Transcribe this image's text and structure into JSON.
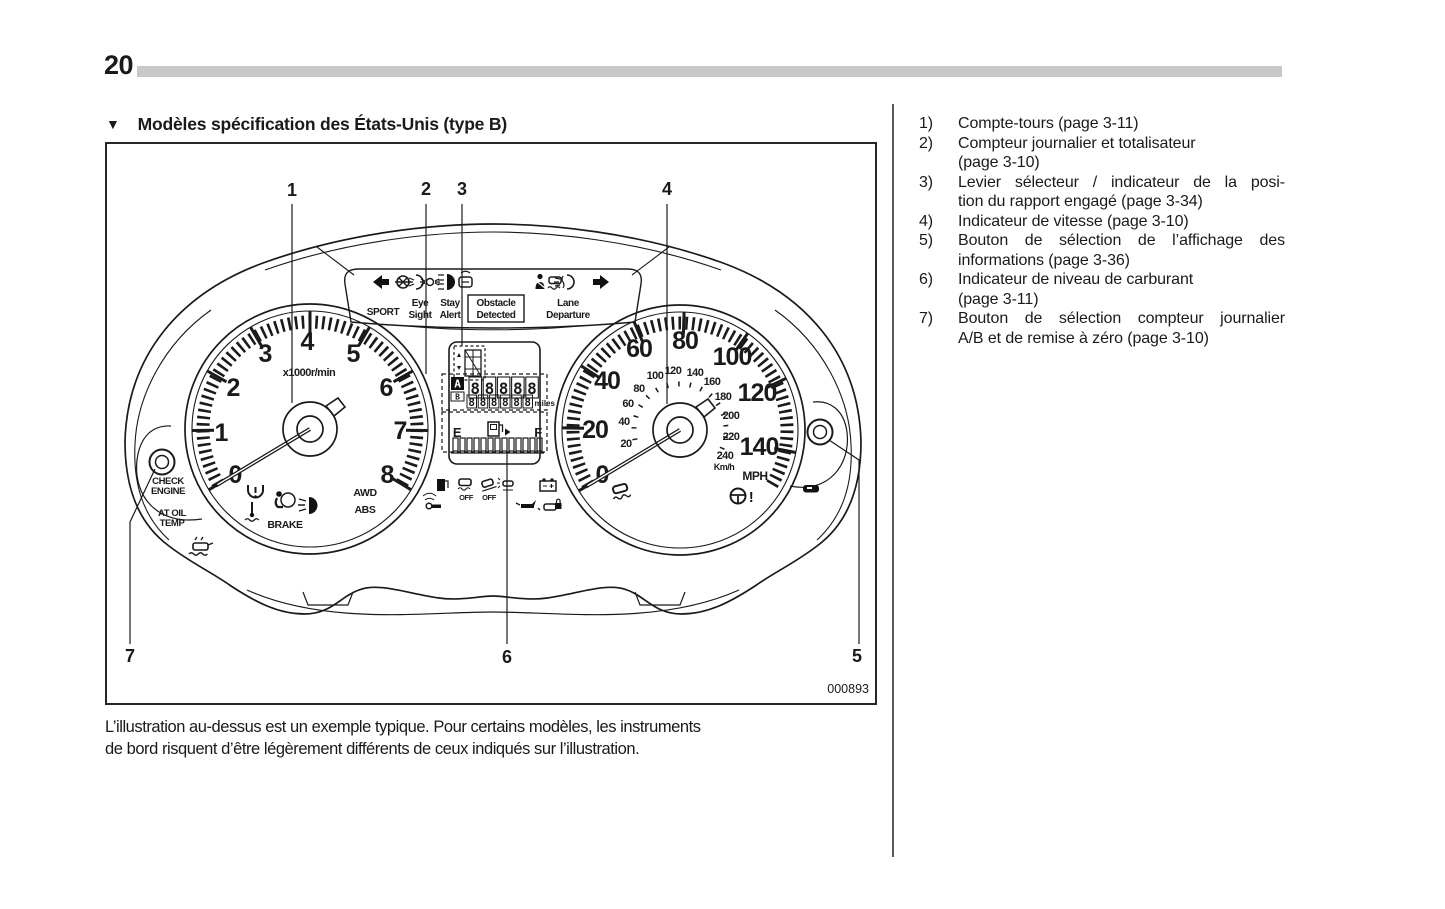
{
  "page": {
    "number": "20"
  },
  "heading": {
    "marker": "▼",
    "text": "Modèles spécification des États-Unis (type B)"
  },
  "figure": {
    "code": "000893",
    "callouts": [
      "1",
      "2",
      "3",
      "4",
      "5",
      "6",
      "7"
    ],
    "strip": {
      "sport": "SPORT",
      "eye1": "Eye",
      "eye2": "Sight",
      "stay1": "Stay",
      "stay2": "Alert",
      "obstacle1": "Obstacle",
      "obstacle2": "Detected",
      "lane1": "Lane",
      "lane2": "Departure"
    },
    "tach": {
      "unit": "x1000r/min",
      "labels": [
        "0",
        "1",
        "2",
        "3",
        "4",
        "5",
        "6",
        "7",
        "8"
      ]
    },
    "speedo": {
      "unit_outer": "MPH",
      "unit_inner": "Km/h",
      "outer": [
        "0",
        "20",
        "40",
        "60",
        "80",
        "100",
        "120",
        "140"
      ],
      "inner": [
        "20",
        "40",
        "60",
        "80",
        "100",
        "120",
        "140",
        "160",
        "180",
        "200",
        "220",
        "240"
      ]
    },
    "display": {
      "dA": "A",
      "dB": "B",
      "d8": "8",
      "miles": "miles",
      "e": "E",
      "f": "F"
    },
    "telltales": {
      "check1": "CHECK",
      "check2": "ENGINE",
      "atoil1": "AT OIL",
      "atoil2": "TEMP",
      "brake": "BRAKE",
      "awd": "AWD",
      "abs": "ABS",
      "off1": "OFF",
      "off2": "OFF",
      "steering_excl": "!"
    }
  },
  "caption": {
    "lines": [
      "L’illustration au-dessus est un exemple typique. Pour certains modèles, les instruments",
      "de bord risquent d’être légèrement différents de ceux indiqués sur l’illustration."
    ]
  },
  "right_list": {
    "items": [
      {
        "n": "1)",
        "lines": [
          {
            "t": "Compte-tours (page 3-11)"
          }
        ]
      },
      {
        "n": "2)",
        "lines": [
          {
            "t": "Compteur journalier et totalisateur"
          },
          {
            "t": "(page 3-10)"
          }
        ]
      },
      {
        "n": "3)",
        "lines": [
          {
            "t": "Levier sélecteur / indicateur de la posi-",
            "j": 1
          },
          {
            "t": "tion du rapport engagé (page 3-34)"
          }
        ]
      },
      {
        "n": "4)",
        "lines": [
          {
            "t": "Indicateur de vitesse (page 3-10)"
          }
        ]
      },
      {
        "n": "5)",
        "lines": [
          {
            "t": "Bouton de sélection de l’affichage des",
            "j": 1
          },
          {
            "t": "informations (page 3-36)"
          }
        ]
      },
      {
        "n": "6)",
        "lines": [
          {
            "t": "Indicateur de niveau de carburant"
          },
          {
            "t": "(page 3-11)"
          }
        ]
      },
      {
        "n": "7)",
        "lines": [
          {
            "t": "Bouton de sélection compteur journalier",
            "j": 1
          },
          {
            "t": "A/B et de remise à zéro (page 3-10)"
          }
        ]
      }
    ]
  }
}
